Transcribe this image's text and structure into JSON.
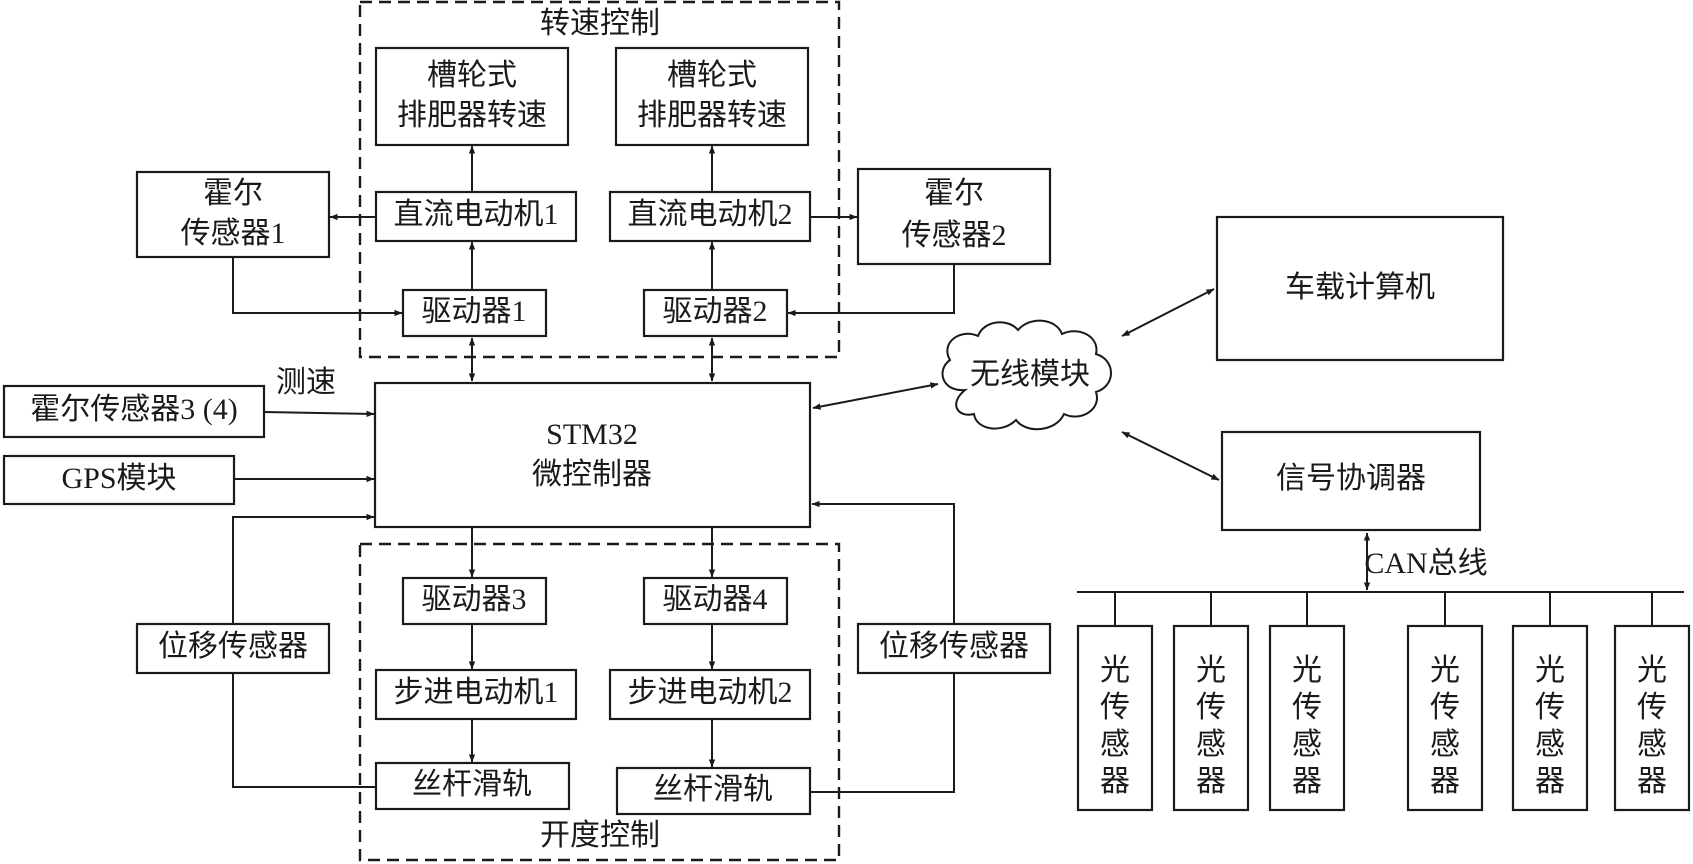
{
  "groups": {
    "speed_control": "转速控制",
    "opening_control": "开度控制"
  },
  "nodes": {
    "meter1_l1": "槽轮式",
    "meter1_l2": "排肥器转速",
    "meter2_l1": "槽轮式",
    "meter2_l2": "排肥器转速",
    "dc_motor1": "直流电动机1",
    "dc_motor2": "直流电动机2",
    "hall1_l1": "霍尔",
    "hall1_l2": "传感器1",
    "hall2_l1": "霍尔",
    "hall2_l2": "传感器2",
    "driver1": "驱动器1",
    "driver2": "驱动器2",
    "hall34": "霍尔传感器3 (4)",
    "speed_label": "测速",
    "gps": "GPS模块",
    "mcu_l1": "STM32",
    "mcu_l2": "微控制器",
    "disp_left": "位移传感器",
    "disp_right": "位移传感器",
    "driver3": "驱动器3",
    "driver4": "驱动器4",
    "stepper1": "步进电动机1",
    "stepper2": "步进电动机2",
    "rail1": "丝杆滑轨",
    "rail2": "丝杆滑轨",
    "wireless": "无线模块",
    "vehicle_pc": "车载计算机",
    "coordinator": "信号协调器",
    "can_bus": "CAN总线",
    "light_sensor_chars": [
      "光",
      "传",
      "感",
      "器"
    ]
  },
  "light_sensor_count": 6
}
